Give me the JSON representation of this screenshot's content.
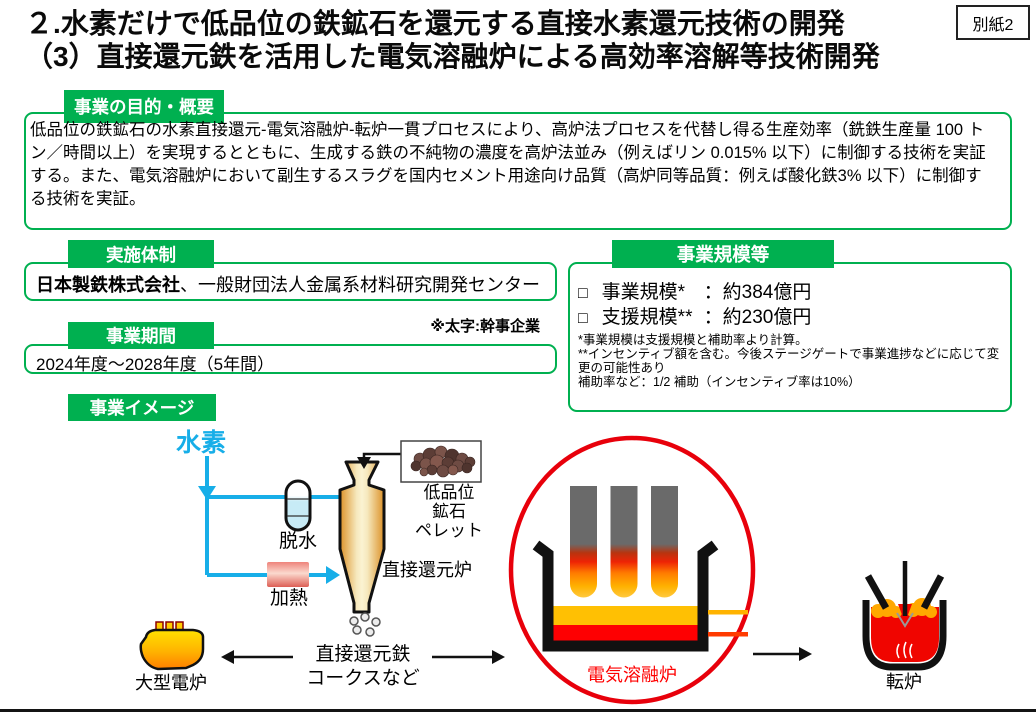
{
  "title": {
    "line1": "２.水素だけで低品位の鉄鉱石を還元する直接水素還元技術の開発",
    "line2": "（3）直接還元鉄を活用した電気溶融炉による高効率溶解等技術開発",
    "corner_tag": "別紙2"
  },
  "purpose": {
    "header": "事業の目的・概要",
    "body": "低品位の鉄鉱石の水素直接還元-電気溶融炉-転炉一貫プロセスにより、高炉法プロセスを代替し得る生産効率（銑鉄生産量 100 トン／時間以上）を実現するとともに、生成する鉄の不純物の濃度を高炉法並み（例えばリン 0.015% 以下）に制御する技術を実証する。また、電気溶融炉において副生するスラグを国内セメント用途向け品質（高炉同等品質：例えば酸化鉄3% 以下）に制御する技術を実証。"
  },
  "organization": {
    "header": "実施体制",
    "lead_company": "日本製鉄株式会社",
    "members_rest": "、一般財団法人金属系材料研究開発センター",
    "bold_note": "※太字:幹事企業"
  },
  "period": {
    "header": "事業期間",
    "value": "2024年度～2028年度（5年間）"
  },
  "scale": {
    "header": "事業規模等",
    "items": [
      {
        "bullet": "□",
        "label": "事業規模*",
        "value": "：約384億円"
      },
      {
        "bullet": "□",
        "label": "支援規模**",
        "value": "：約230億円"
      }
    ],
    "notes": [
      "*事業規模は支援規模と補助率より計算。",
      "**インセンティブ額を含む。今後ステージゲートで事業進捗などに応じて変更の可能性あり",
      "補助率など：1/2 補助（インセンティブ率は10%）"
    ]
  },
  "diagram": {
    "header": "事業イメージ",
    "hydrogen": "水素",
    "dehydration": "脱水",
    "heating": "加熱",
    "pellet_label": [
      "低品位",
      "鉱石",
      "ペレット"
    ],
    "direct_reduction_furnace": "直接還元炉",
    "dri_line1": "直接還元鉄",
    "dri_line2": "コークスなど",
    "large_eaf": "大型電炉",
    "electric_smelting_furnace": "電気溶融炉",
    "converter": "転炉"
  },
  "colors": {
    "header_green": "#00B050",
    "flow_blue": "#17AEE8",
    "highlight_red": "#E8000B",
    "esf_label_red": "#FF0000"
  }
}
